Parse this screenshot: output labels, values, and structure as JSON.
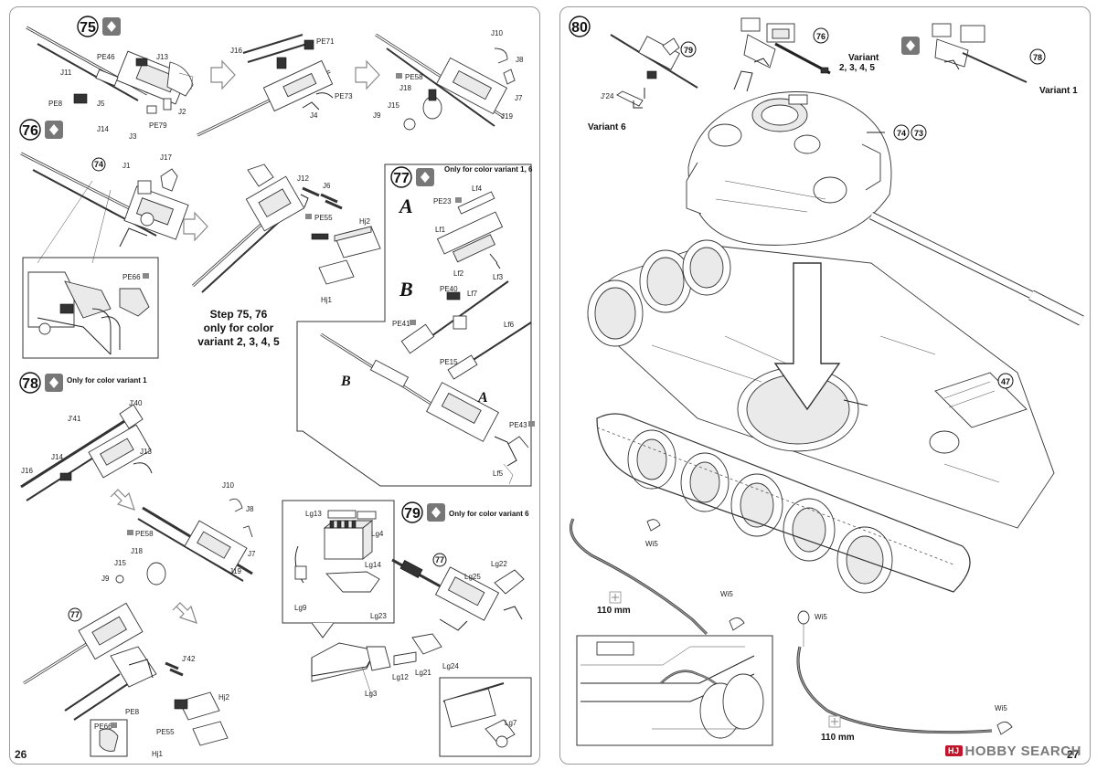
{
  "left_page": {
    "page_number": "26",
    "steps": {
      "s75": {
        "number": "75",
        "labels": [
          "J11",
          "PE46",
          "J13",
          "PE8",
          "J5",
          "J14",
          "J3",
          "PE79",
          "J2",
          "J16",
          "PE71",
          "PE73",
          "J4",
          "J10",
          "J8",
          "PE58",
          "J18",
          "J15",
          "J9",
          "J7",
          "J19"
        ]
      },
      "s76": {
        "number": "76",
        "ref_part": "74",
        "labels": [
          "J1",
          "J17",
          "PE66",
          "J12",
          "J6",
          "PE55",
          "Hj2",
          "Hj1"
        ],
        "note_lines": [
          "Step 75, 76",
          "only for color",
          "variant 2, 3, 4, 5"
        ]
      },
      "s77": {
        "number": "77",
        "caption": "Only for color variant 1, 6",
        "letter_a": "A",
        "letter_b": "B",
        "labels": [
          "PE23",
          "Lf4",
          "Lf1",
          "Lf2",
          "Lf3",
          "PE40",
          "Lf7",
          "PE41",
          "PE15",
          "Lf6",
          "PE43",
          "Lf5"
        ]
      },
      "s78": {
        "number": "78",
        "caption": "Only for color variant 1",
        "ref_part": "77",
        "labels": [
          "J'40",
          "J'41",
          "J14",
          "J13",
          "J16",
          "J10",
          "J8",
          "PE58",
          "J18",
          "J7",
          "J15",
          "J9",
          "J19",
          "J'42",
          "Hj2",
          "PE8",
          "PE66",
          "PE55",
          "Hj1"
        ]
      },
      "s79": {
        "number": "79",
        "caption": "Only for color variant 6",
        "ref_part": "77",
        "labels": [
          "Lg13",
          "Lg4",
          "Lg14",
          "Lg9",
          "Lg23",
          "Lg22",
          "Lg25",
          "Lg24",
          "Lg21",
          "Lg12",
          "Lg3",
          "Lg7"
        ]
      }
    }
  },
  "right_page": {
    "page_number": "27",
    "step": {
      "number": "80",
      "ref_parts": [
        "79",
        "76",
        "78",
        "74",
        "73",
        "47"
      ],
      "variant_6": "Variant 6",
      "variant_2345": [
        "Variant",
        "2, 3, 4, 5"
      ],
      "variant_1": "Variant 1",
      "labels": [
        "J'24",
        "Wi5",
        "Wi5",
        "Wi5",
        "Wi5"
      ],
      "length_1": "110 mm",
      "length_2": "110 mm"
    }
  },
  "watermark": {
    "logo": "HJ",
    "text": "HOBBY SEARCH"
  }
}
